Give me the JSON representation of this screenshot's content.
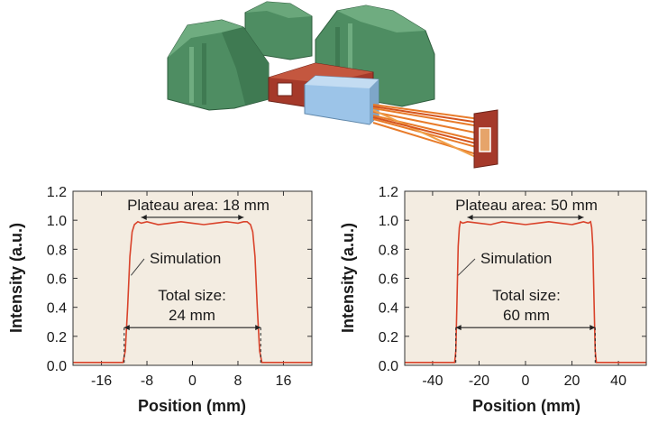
{
  "colors": {
    "plot_background": "#f3ece1",
    "trace": "#d9432b",
    "magnet_green": "#4e8d62",
    "beam_block_red": "#a5392a",
    "beam_block_blue": "#9cc4e8",
    "beam_orange": "#e87b2a"
  },
  "illustration": {
    "description_icon": "magnet-beamline-illustration"
  },
  "chart_data": [
    {
      "type": "line",
      "ylabel": "Intensity (a.u.)",
      "xlabel": "Position (mm)",
      "xlim": [
        -21,
        21
      ],
      "ylim": [
        0,
        1.2
      ],
      "xticks": [
        -16,
        -8,
        0,
        8,
        16
      ],
      "yticks": [
        0.0,
        0.2,
        0.4,
        0.6,
        0.8,
        1.0,
        1.2
      ],
      "ytick_labels": [
        "0.0",
        "0.2",
        "0.4",
        "0.6",
        "0.8",
        "1.0",
        "1.2"
      ],
      "grid": false,
      "series": [
        {
          "name": "Simulation",
          "x": [
            -21,
            -12.2,
            -11.8,
            -11.4,
            -11.0,
            -10.6,
            -10.2,
            -9.6,
            -9,
            -8,
            -6,
            -4,
            -2,
            0,
            2,
            4,
            6,
            8,
            9,
            9.6,
            10.2,
            10.6,
            11.0,
            11.4,
            11.8,
            12.2,
            21
          ],
          "y": [
            0.02,
            0.02,
            0.1,
            0.4,
            0.75,
            0.92,
            0.97,
            0.99,
            0.98,
            0.99,
            0.97,
            0.98,
            0.99,
            0.98,
            0.97,
            0.98,
            0.99,
            0.98,
            0.99,
            0.99,
            0.97,
            0.92,
            0.75,
            0.4,
            0.1,
            0.02,
            0.02
          ]
        }
      ],
      "annotations": {
        "plateau_label": "Plateau area: 18 mm",
        "plateau_range": [
          -9,
          9
        ],
        "plateau_y": 1.02,
        "simulation_label": "Simulation",
        "total_label_line1": "Total size:",
        "total_label_line2": "24 mm",
        "total_range": [
          -12,
          12
        ],
        "total_y": 0.26
      }
    },
    {
      "type": "line",
      "ylabel": "Intensity (a.u.)",
      "xlabel": "Position (mm)",
      "xlim": [
        -52,
        52
      ],
      "ylim": [
        0,
        1.2
      ],
      "xticks": [
        -40,
        -20,
        0,
        20,
        40
      ],
      "yticks": [
        0.0,
        0.2,
        0.4,
        0.6,
        0.8,
        1.0,
        1.2
      ],
      "ytick_labels": [
        "0.0",
        "0.2",
        "0.4",
        "0.6",
        "0.8",
        "1.0",
        "1.2"
      ],
      "grid": false,
      "series": [
        {
          "name": "Simulation",
          "x": [
            -52,
            -30.5,
            -30,
            -29.5,
            -29,
            -28.5,
            -28,
            -27,
            -25,
            -20,
            -15,
            -10,
            -5,
            0,
            5,
            10,
            15,
            20,
            25,
            27,
            28,
            28.5,
            29,
            29.5,
            30,
            30.5,
            52
          ],
          "y": [
            0.02,
            0.02,
            0.1,
            0.45,
            0.82,
            0.95,
            0.99,
            0.98,
            0.99,
            0.98,
            0.97,
            0.99,
            0.98,
            0.97,
            0.98,
            0.99,
            0.98,
            0.97,
            0.99,
            0.98,
            0.99,
            0.95,
            0.82,
            0.45,
            0.1,
            0.02,
            0.02
          ]
        }
      ],
      "annotations": {
        "plateau_label": "Plateau area: 50 mm",
        "plateau_range": [
          -25,
          25
        ],
        "plateau_y": 1.02,
        "simulation_label": "Simulation",
        "total_label_line1": "Total size:",
        "total_label_line2": "60 mm",
        "total_range": [
          -30,
          30
        ],
        "total_y": 0.26
      }
    }
  ]
}
